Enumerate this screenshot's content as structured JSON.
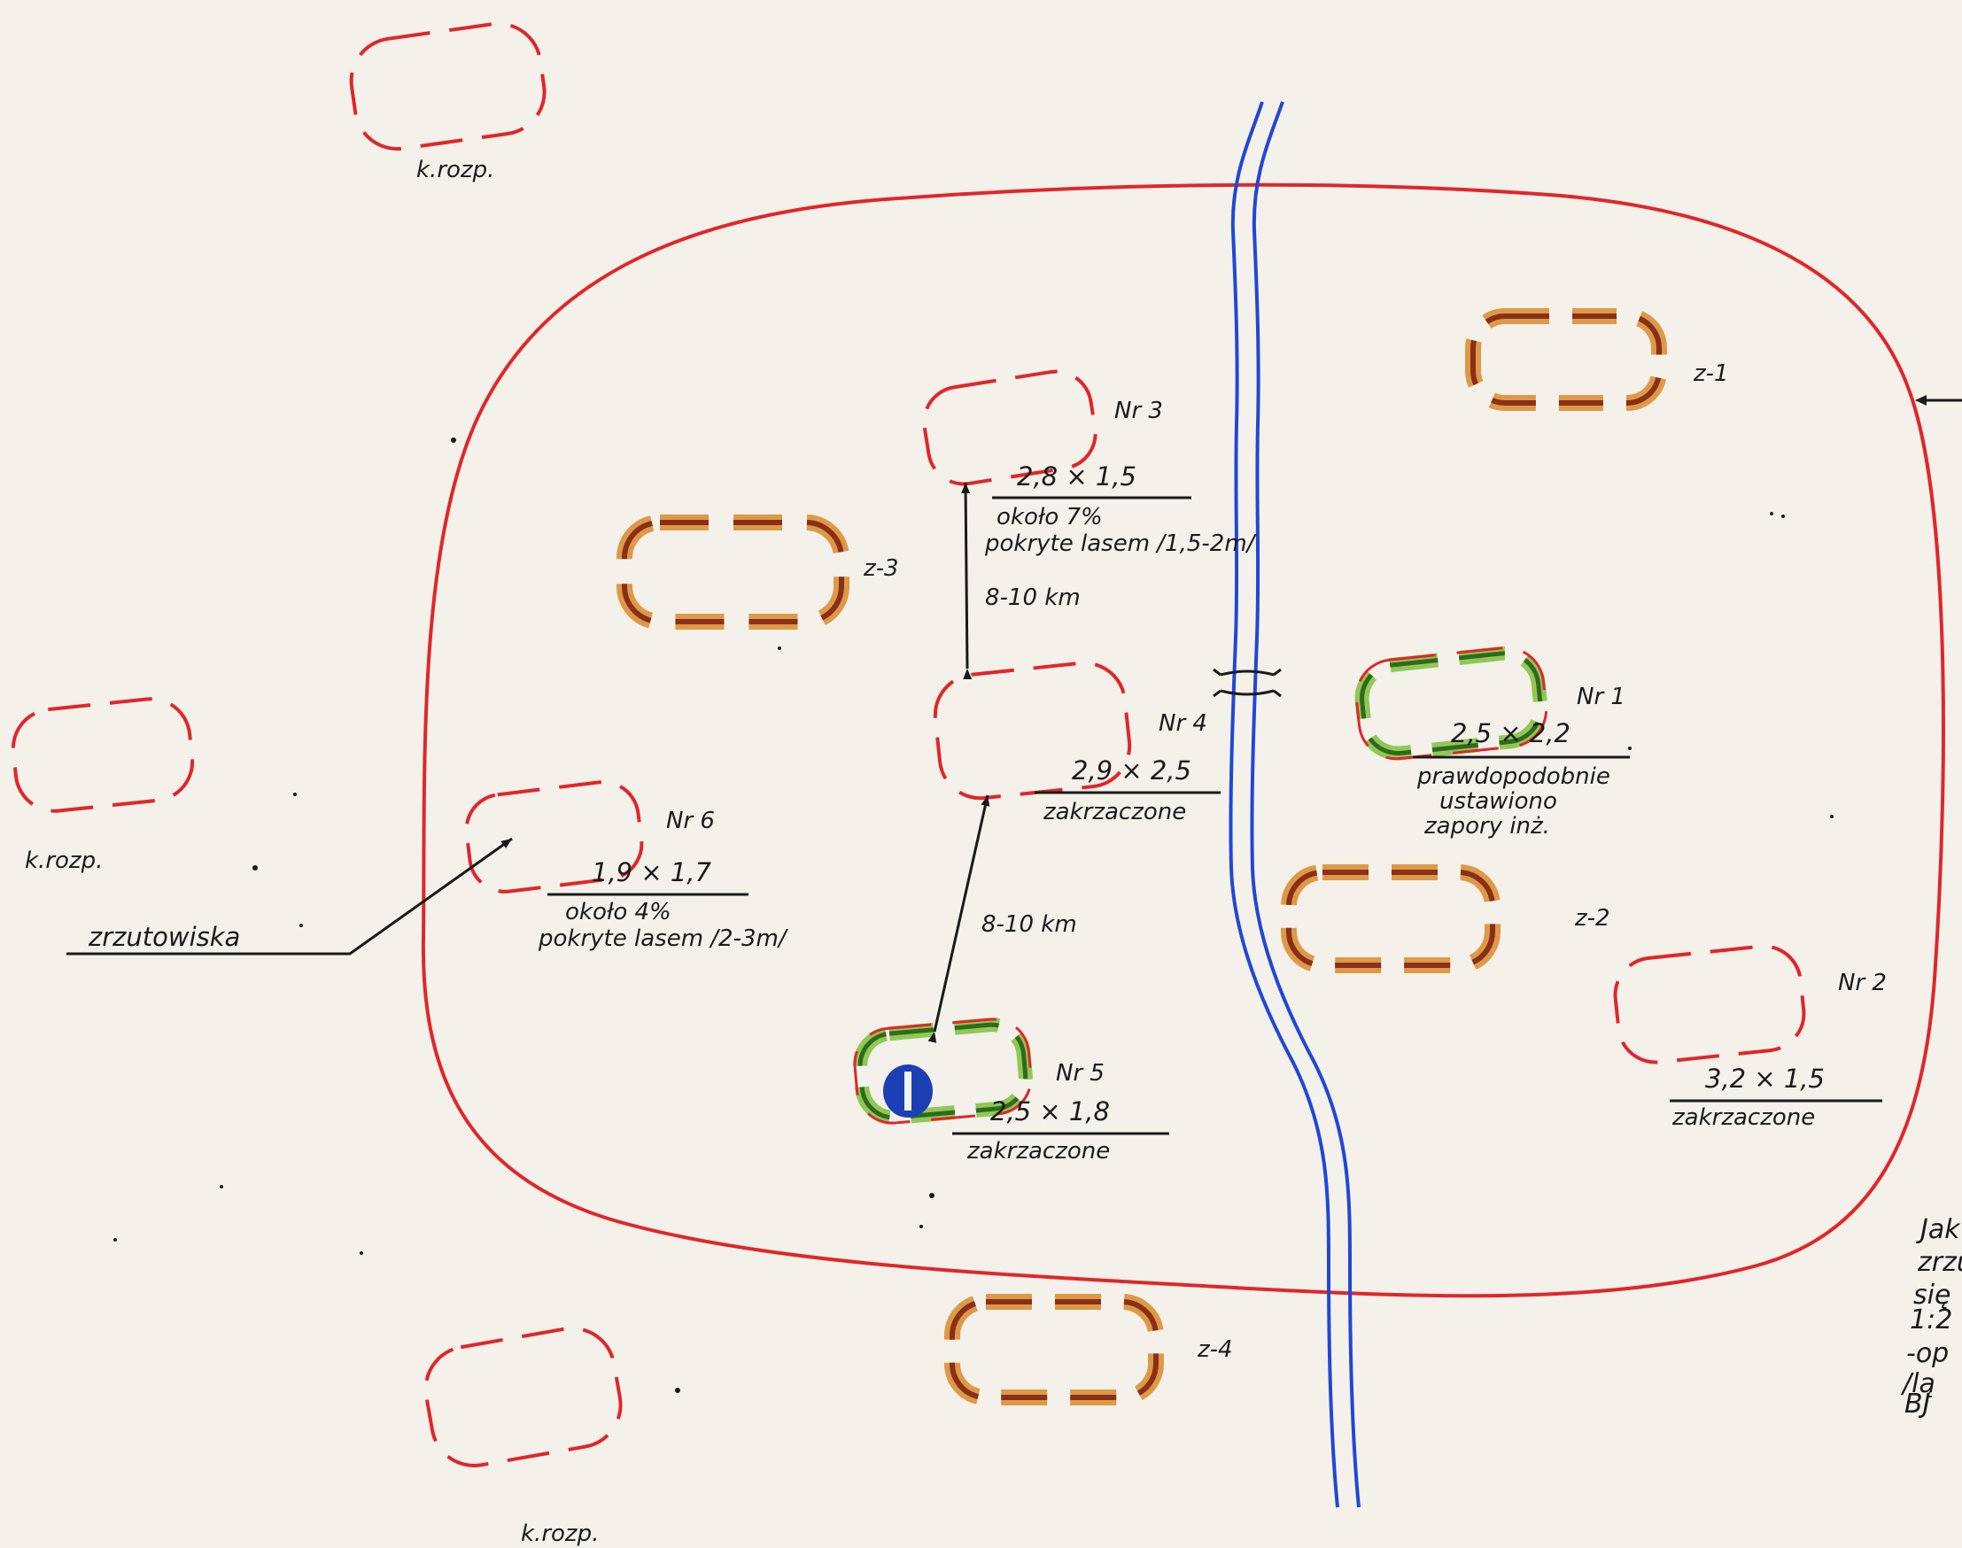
{
  "colors": {
    "paper": "#f3f1ea",
    "boundary": "#e1262a",
    "river": "#2047d6",
    "ink": "#1a1a1a",
    "orange_fill": "#d98a2a",
    "green_fill": "#7fbf3a",
    "marker_blue": "#1c3fb5"
  },
  "reconnaissance": {
    "top_label": "k.rozp.",
    "left_label": "k.rozp.",
    "bottom_label": "k.rozp."
  },
  "landing_areas": {
    "nr1": {
      "name": "Nr 1",
      "size": "2,5 × 2,2",
      "note_1": "prawdopodobnie",
      "note_2": "ustawiono",
      "note_3": "zapory inż."
    },
    "nr2": {
      "name": "Nr 2",
      "size": "3,2 × 1,5",
      "note_1": "zakrzaczone"
    },
    "nr3": {
      "name": "Nr 3",
      "size": "2,8 × 1,5",
      "note_1": "około 7%",
      "note_2": "pokryte lasem /1,5-2m/"
    },
    "nr4": {
      "name": "Nr 4",
      "size": "2,9 × 2,5",
      "note_1": "zakrzaczone"
    },
    "nr5": {
      "name": "Nr 5",
      "size": "2,5 × 1,8",
      "note_1": "zakrzaczone"
    },
    "nr6": {
      "name": "Nr 6",
      "size": "1,9 × 1,7",
      "note_1": "około 4%",
      "note_2": "pokryte lasem /2-3m/"
    }
  },
  "drop_zones": {
    "z1": "z-1",
    "z2": "z-2",
    "z3": "z-3",
    "z4": "z-4"
  },
  "distances": {
    "nr3_nr4": "8-10 km",
    "nr4_nr5": "8-10 km"
  },
  "callout": "zrzutowiska",
  "side_note": [
    "Jak",
    "zrzu",
    "się",
    "1:2",
    "-op",
    "/lą",
    "BJ"
  ]
}
